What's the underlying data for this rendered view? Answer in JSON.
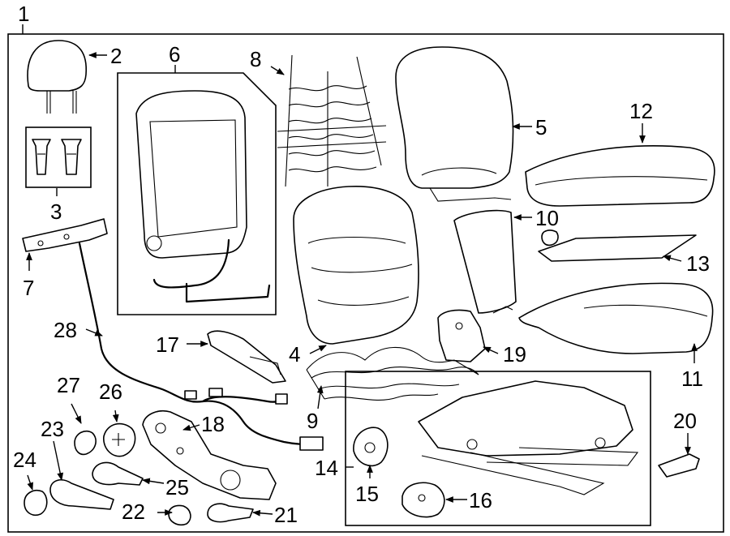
{
  "callouts": {
    "c1": "1",
    "c2": "2",
    "c3": "3",
    "c4": "4",
    "c5": "5",
    "c6": "6",
    "c7": "7",
    "c8": "8",
    "c9": "9",
    "c10": "10",
    "c11": "11",
    "c12": "12",
    "c13": "13",
    "c14": "14",
    "c15": "15",
    "c16": "16",
    "c17": "17",
    "c18": "18",
    "c19": "19",
    "c20": "20",
    "c21": "21",
    "c22": "22",
    "c23": "23",
    "c24": "24",
    "c25": "25",
    "c26": "26",
    "c27": "27",
    "c28": "28"
  },
  "colors": {
    "ink": "#000000",
    "paper": "#ffffff"
  }
}
